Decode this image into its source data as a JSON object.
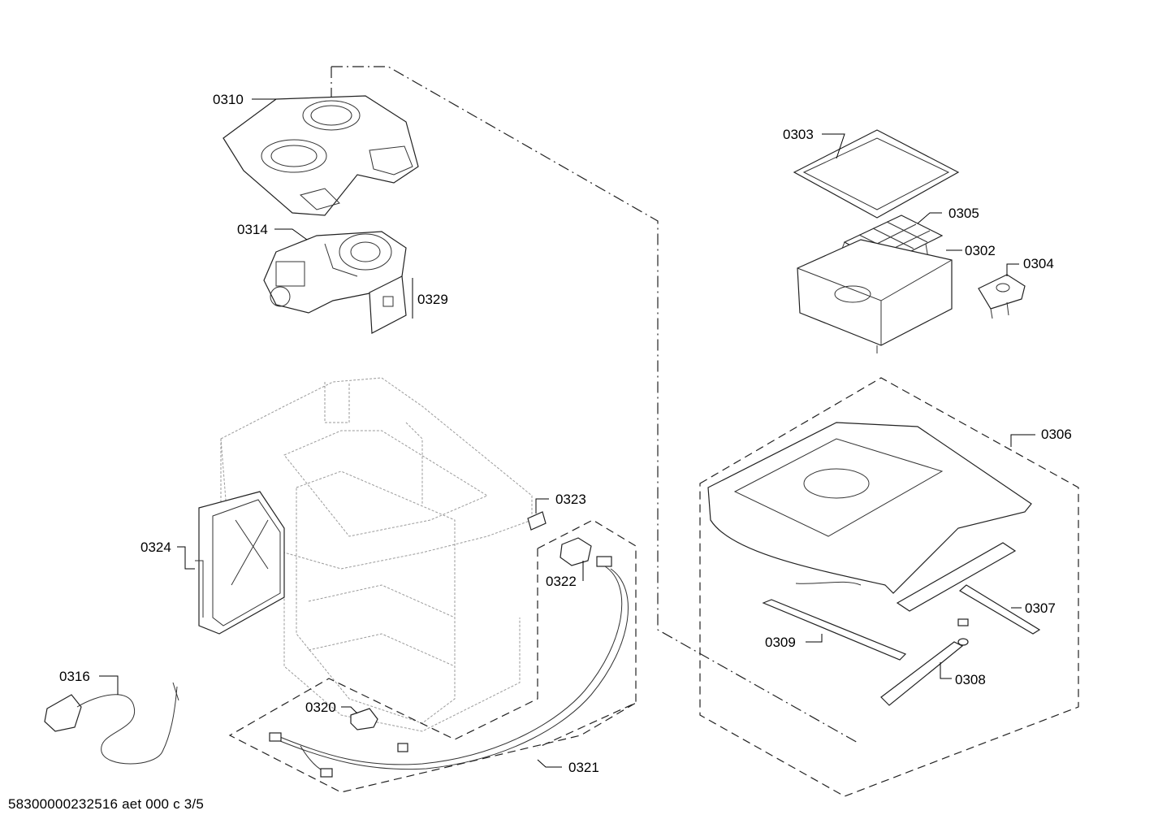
{
  "labels": {
    "p0303": "0303",
    "p0305": "0305",
    "p0302": "0302",
    "p0304": "0304",
    "p0306": "0306",
    "p0307": "0307",
    "p0308": "0308",
    "p0309": "0309",
    "p0310": "0310",
    "p0314": "0314",
    "p0329": "0329",
    "p0323": "0323",
    "p0322": "0322",
    "p0324": "0324",
    "p0316": "0316",
    "p0320": "0320",
    "p0321": "0321"
  },
  "footer": "58300000232516 aet 000 c 3/5"
}
